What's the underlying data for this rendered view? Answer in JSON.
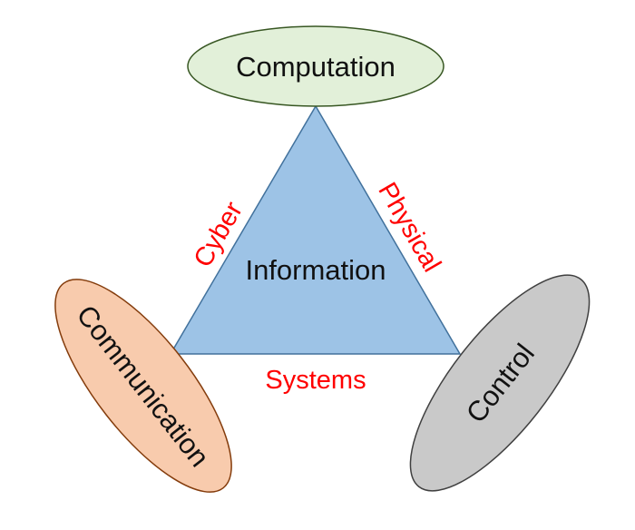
{
  "diagram": {
    "center": {
      "label": "Information",
      "fill": "#9dc3e6",
      "stroke": "#41719c"
    },
    "nodes": [
      {
        "id": "computation",
        "label": "Computation",
        "fill": "#e2f0d9",
        "stroke": "#385723"
      },
      {
        "id": "communication",
        "label": "Communication",
        "fill": "#f8cbad",
        "stroke": "#843c0c"
      },
      {
        "id": "control",
        "label": "Control",
        "fill": "#c9c9c9",
        "stroke": "#404040"
      }
    ],
    "edge_labels": [
      {
        "id": "cyber",
        "label": "Cyber"
      },
      {
        "id": "physical",
        "label": "Physical"
      },
      {
        "id": "systems",
        "label": "Systems"
      }
    ],
    "edge_label_color": "#ff0000"
  }
}
